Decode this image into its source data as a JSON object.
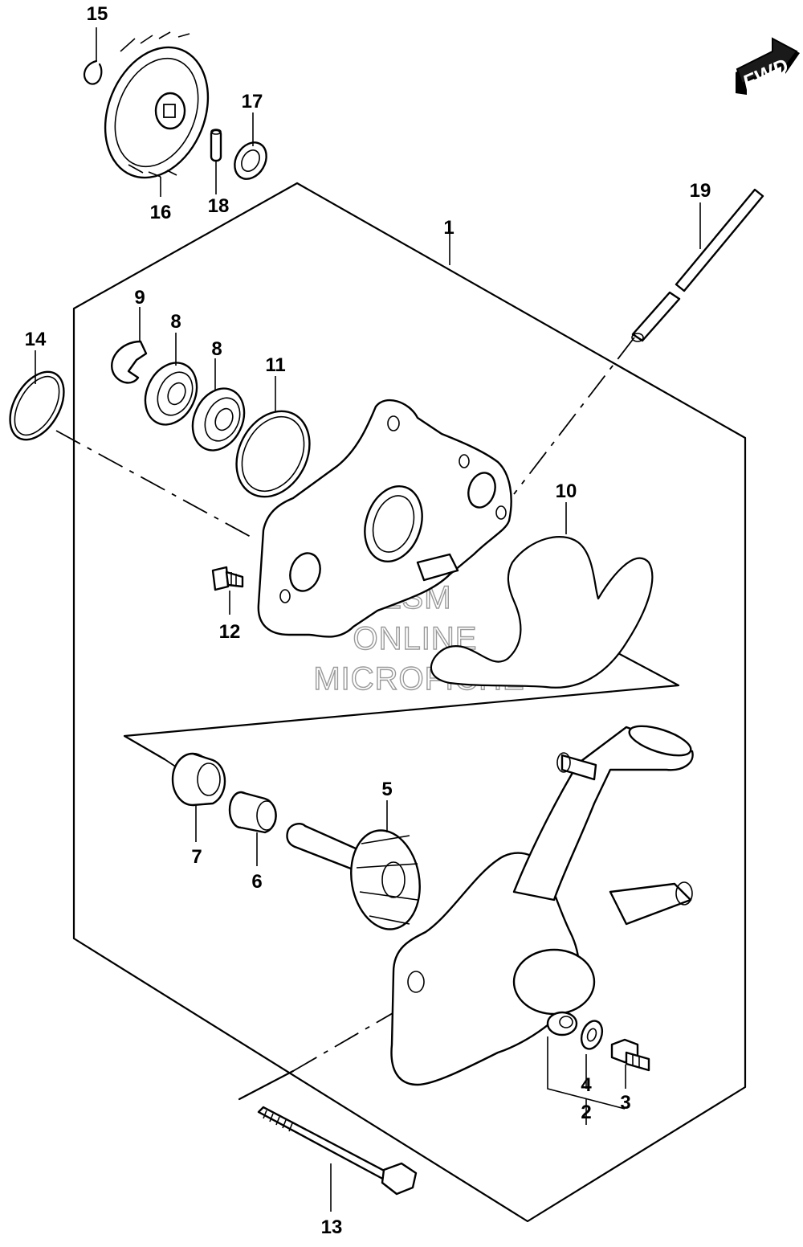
{
  "fwd_label": "FWD",
  "watermark": [
    "HLSM",
    "ONLINE",
    "MICROFICHE"
  ],
  "callouts": [
    "1",
    "2",
    "3",
    "4",
    "5",
    "6",
    "7",
    "8",
    "8",
    "9",
    "10",
    "11",
    "12",
    "13",
    "14",
    "15",
    "16",
    "17",
    "18",
    "19"
  ]
}
